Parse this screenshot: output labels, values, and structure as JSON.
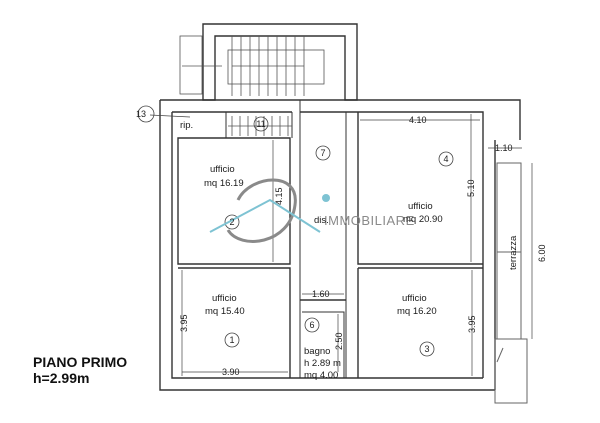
{
  "plan": {
    "title": "PIANO PRIMO",
    "height_label": "h=2.99m"
  },
  "rooms": [
    {
      "id": "1",
      "name": "ufficio",
      "area": "mq 15.40"
    },
    {
      "id": "2",
      "name": "ufficio",
      "area": "mq 16.19"
    },
    {
      "id": "3",
      "name": "ufficio",
      "area": "mq 16.20"
    },
    {
      "id": "4",
      "name": "ufficio",
      "area": "mq 20.90"
    },
    {
      "id": "6",
      "name": "bagno",
      "height": "h 2.89 m",
      "area": "mq 4.00"
    },
    {
      "id": "7",
      "name": "dis."
    },
    {
      "id": "11"
    },
    {
      "id": "13",
      "name": "rip."
    }
  ],
  "dimensions": {
    "room4_width": "4.10",
    "room4_depth": "5.10",
    "terrace_width": "1.10",
    "terrace_length": "6.00",
    "room2_depth": "4.15",
    "corridor_width": "1.60",
    "bath_depth": "2.50",
    "room1_depth": "3.95",
    "room1_width": "3.90",
    "room3_depth": "3.95"
  },
  "terrace": {
    "label": "terrazza"
  },
  "watermark": {
    "text": "IMMOBILIARE",
    "accent": "#7ec3d3",
    "script_color": "#8a8a8a"
  },
  "colors": {
    "wall": "#333333",
    "line": "#555555",
    "background": "#ffffff"
  }
}
